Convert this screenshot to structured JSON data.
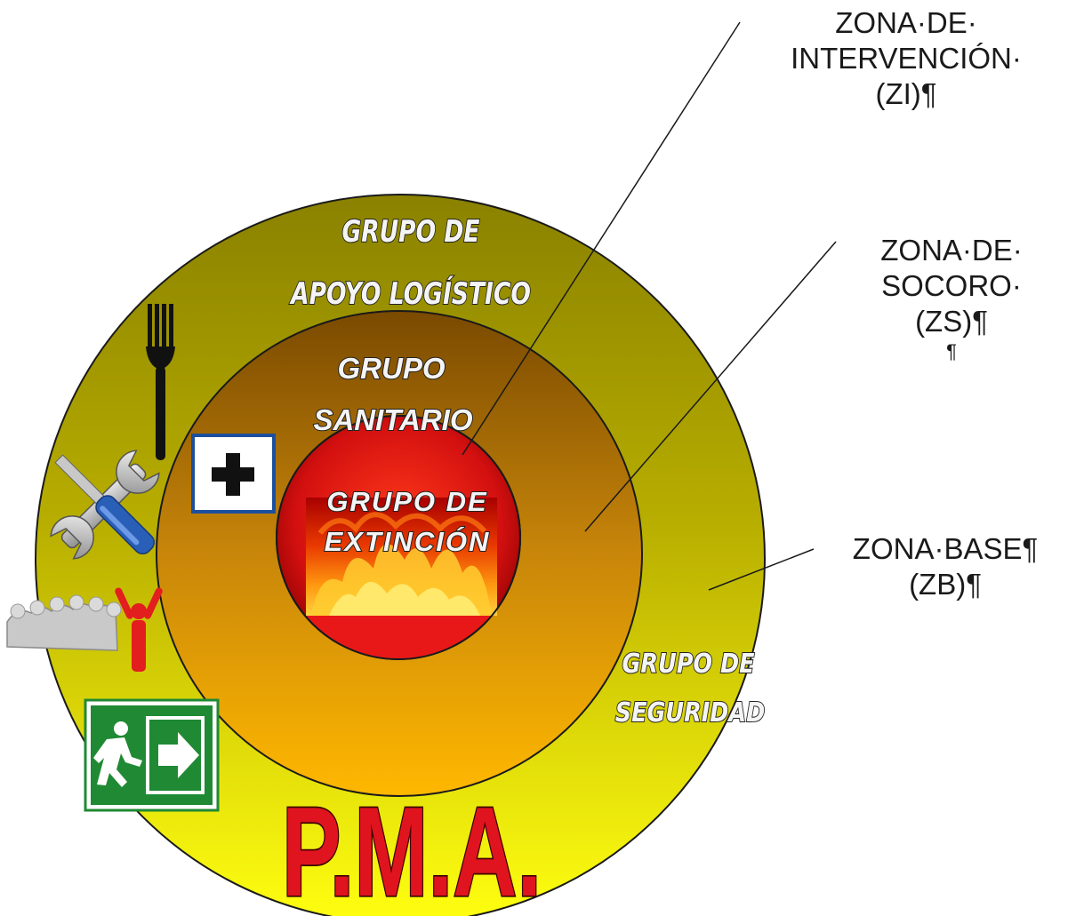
{
  "zones": {
    "intervencion": {
      "lines": [
        "ZONA·DE·",
        "INTERVENCIÓN·",
        "(ZI)¶"
      ]
    },
    "socorro": {
      "lines": [
        "ZONA·DE·",
        "SOCORO·",
        "(ZS)¶",
        "¶"
      ]
    },
    "base": {
      "lines": [
        "ZONA·BASE¶",
        "(ZB)¶"
      ]
    }
  },
  "groups": {
    "apoyo_logistico": [
      "GRUPO DE",
      "APOYO LOGÍSTICO"
    ],
    "sanitario": [
      "GRUPO",
      "SANITARIO"
    ],
    "extincion": [
      "GRUPO DE",
      "EXTINCIÓN"
    ],
    "seguridad": [
      "GRUPO DE",
      "SEGURIDAD"
    ]
  },
  "pma_label": "P.M.A.",
  "icons": [
    "fork-icon",
    "tools-icon",
    "crowd-icon",
    "first-aid-icon",
    "emergency-exit-icon",
    "fire-icon"
  ],
  "colors": {
    "outer_ring_top": "#8a8100",
    "outer_ring_bottom": "#ffff10",
    "middle_ring_top": "#7a4a00",
    "middle_ring_bottom": "#ffb800",
    "inner_circle": "#e01818",
    "pma_red": "#e0141e",
    "exit_green": "#1f8a33",
    "first_aid_blue": "#1c4f9c"
  }
}
